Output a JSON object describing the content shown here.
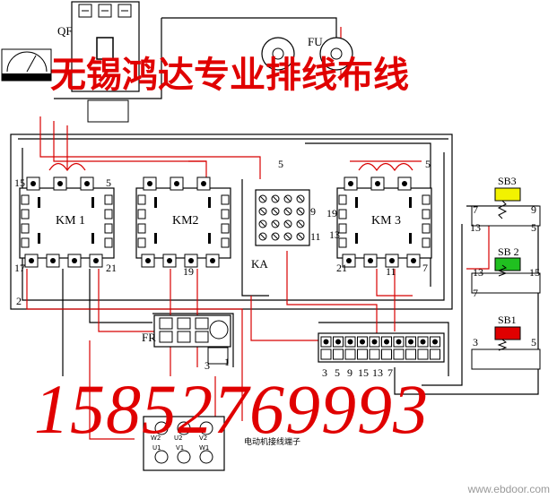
{
  "banner": "无锡鸿达专业排线布线",
  "phone": "15852769993",
  "watermark": "www.ebdoor.com",
  "devices": {
    "qf": "QF",
    "fu": "FU",
    "km1": "KM 1",
    "km2": "KM2",
    "km3": "KM 3",
    "ka": "KA",
    "fr": "FR",
    "sb1": "SB1",
    "sb2": "SB 2",
    "sb3": "SB3"
  },
  "terminal_block_caption": "电动机接线端子",
  "motor_terminals": [
    "W2",
    "U2",
    "V2",
    "U1",
    "V1",
    "W1"
  ],
  "wire_numbers": {
    "n15_km1": "15",
    "n5_km1": "5",
    "n17": "17",
    "n21_km1": "21",
    "n2": "2",
    "n19_km2": "19",
    "n5_ka": "5",
    "n9_ka": "9",
    "n13_ka": "13",
    "n11_ka": "11",
    "n19_km3": "19",
    "n5_km3": "5",
    "n21_km3": "21",
    "n11_km3": "11",
    "n7_km3": "7",
    "n3_fr": "3",
    "n1_fr": "1",
    "sb3_left": "7",
    "sb3_right": "9",
    "sb2_tl": "13",
    "sb2_tr": "5",
    "sb2_ml": "13",
    "sb2_mr": "15",
    "sb2_bl": "7",
    "sb1_left": "3",
    "sb1_right": "5"
  },
  "terminal_strip_numbers": [
    "3",
    "5",
    "9",
    "15",
    "13",
    "7"
  ]
}
